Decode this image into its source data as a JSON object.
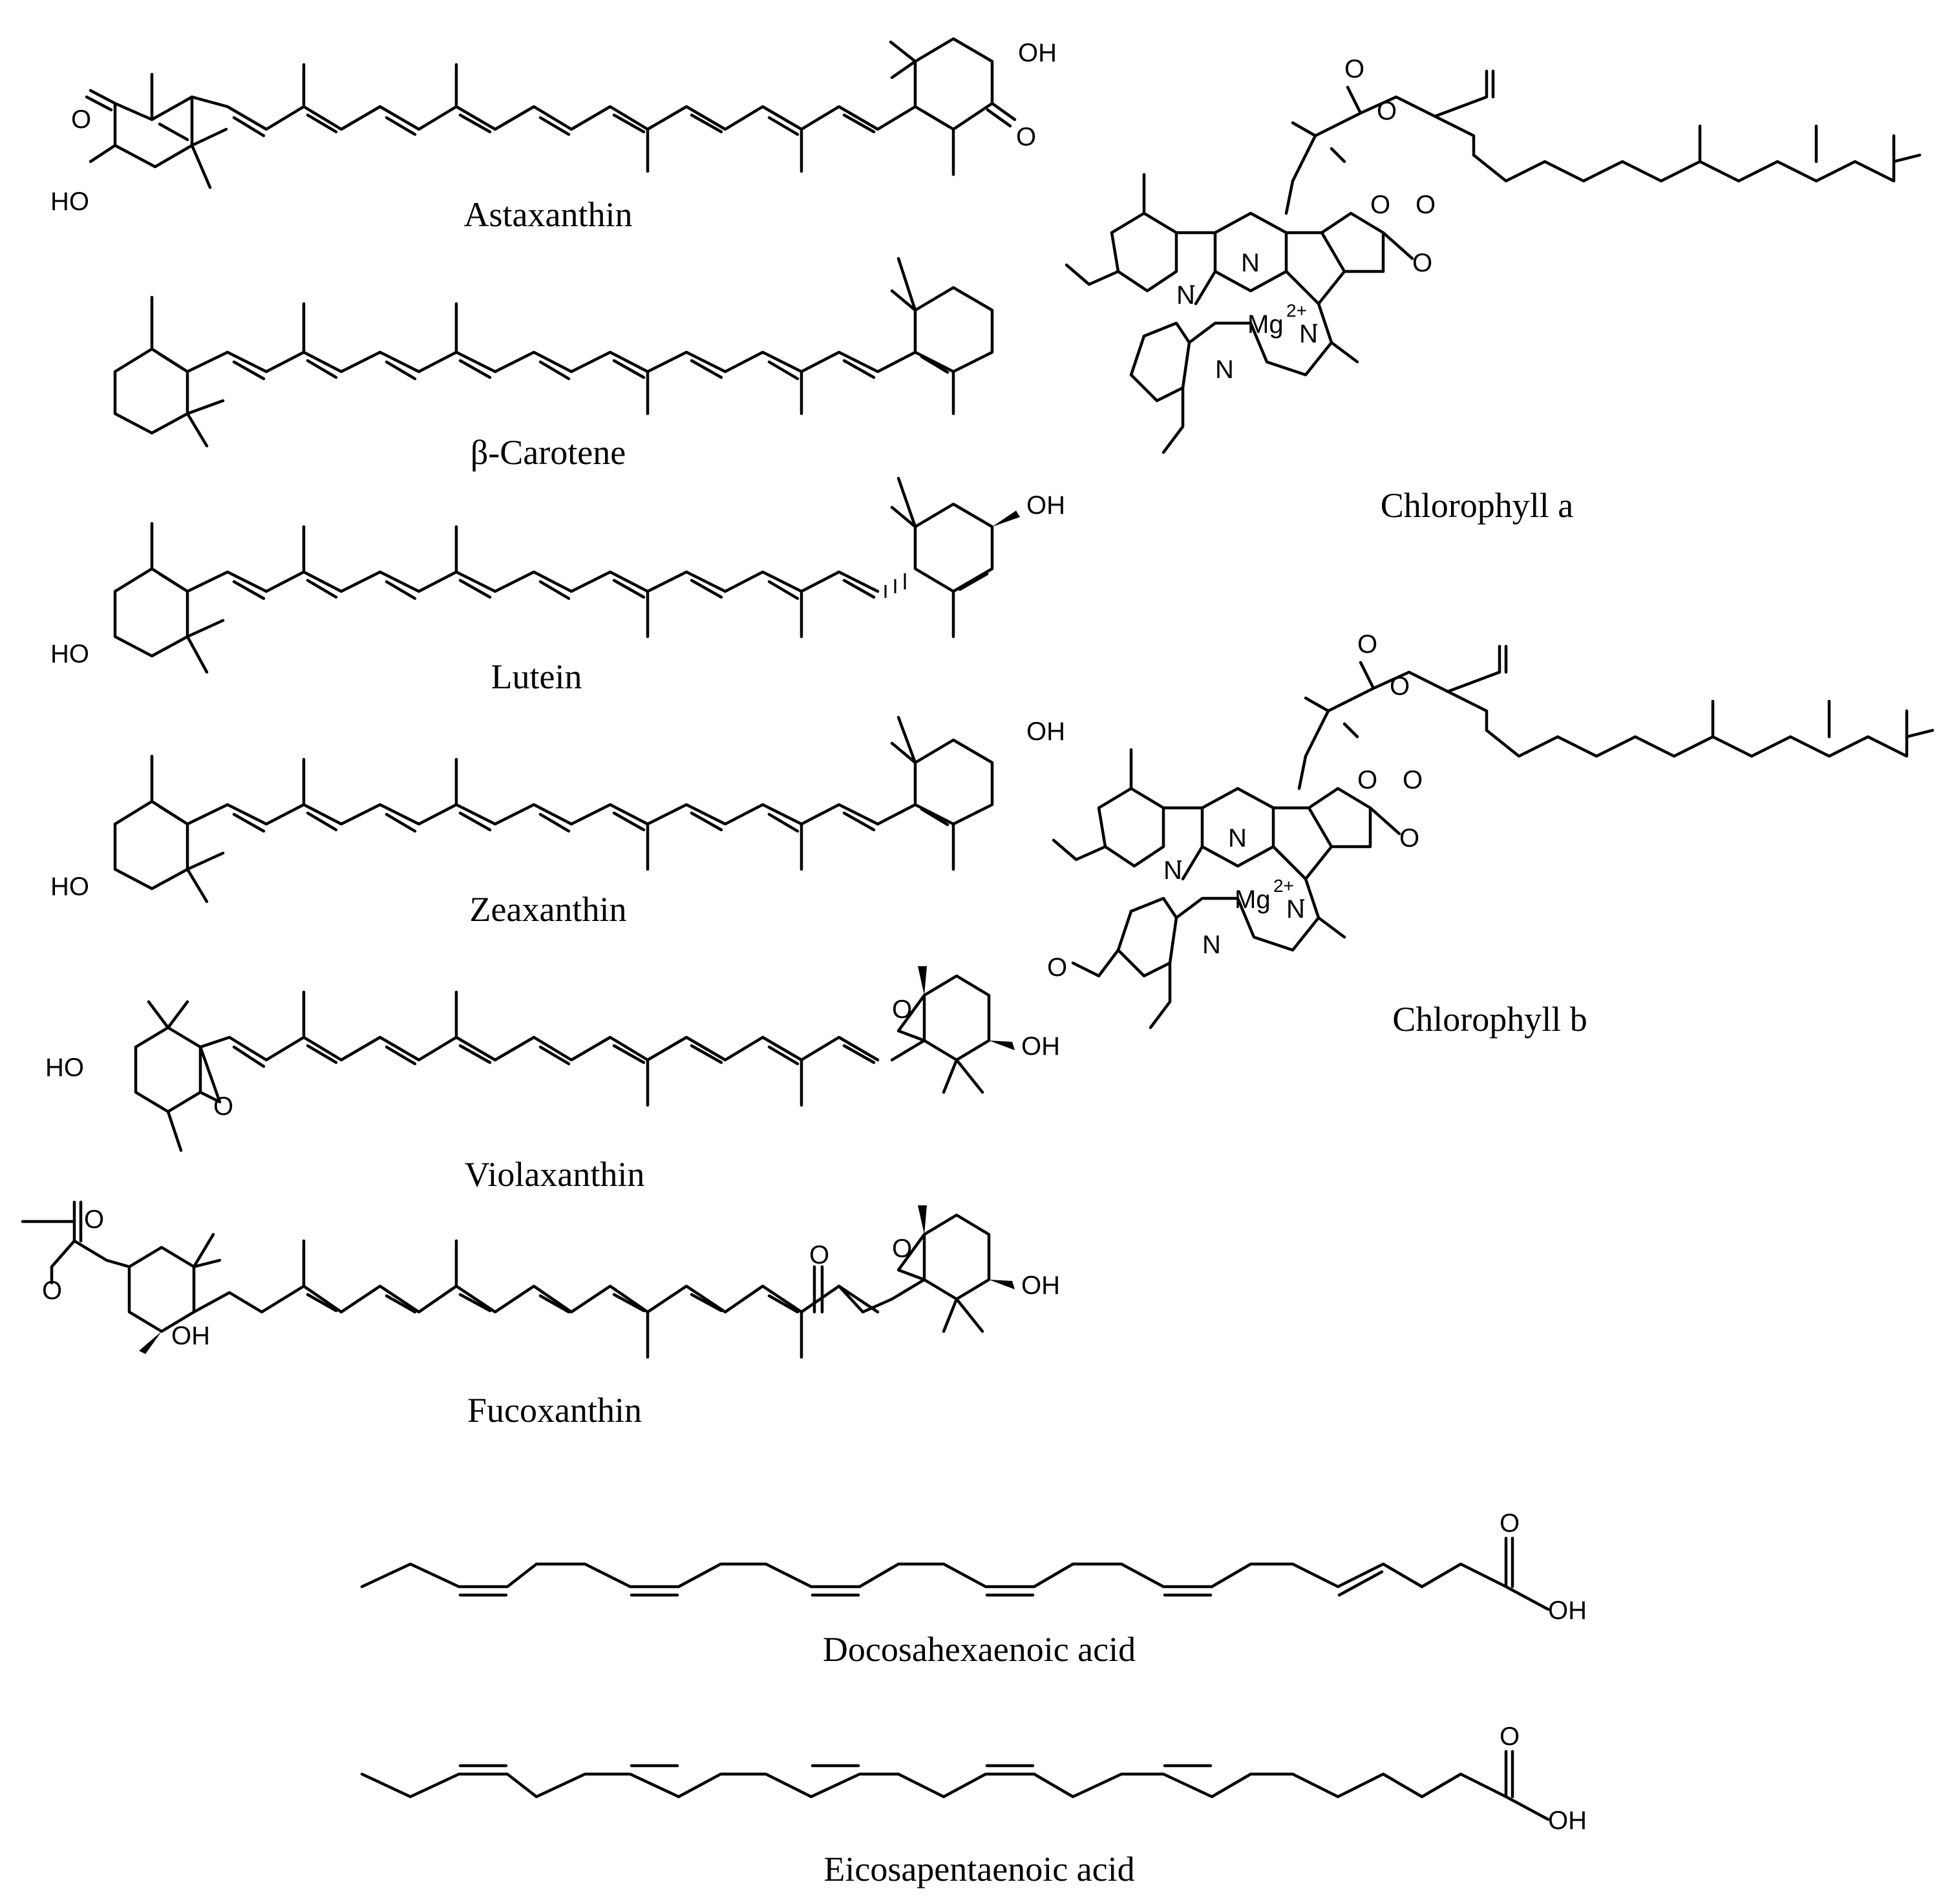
{
  "molecules": [
    {
      "name": "Astaxanthin",
      "atoms": [
        "O",
        "HO",
        "OH",
        "O"
      ]
    },
    {
      "name": "β-Carotene",
      "atoms": []
    },
    {
      "name": "Lutein",
      "atoms": [
        "HO",
        "OH"
      ]
    },
    {
      "name": "Zeaxanthin",
      "atoms": [
        "HO",
        "OH"
      ]
    },
    {
      "name": "Violaxanthin",
      "atoms": [
        "HO",
        "O",
        "O",
        "OH"
      ]
    },
    {
      "name": "Fucoxanthin",
      "atoms": [
        "O",
        "O",
        "OH",
        "O",
        "O",
        "OH"
      ]
    },
    {
      "name": "Chlorophyll a",
      "atoms": [
        "O",
        "O",
        "O",
        "O",
        "O",
        "N",
        "N",
        "N",
        "N",
        "Mg",
        "2+",
        "-",
        "-"
      ]
    },
    {
      "name": "Chlorophyll b",
      "atoms": [
        "O",
        "O",
        "O",
        "O",
        "O",
        "O",
        "N",
        "N",
        "N",
        "N",
        "Mg",
        "2+",
        "-",
        "-"
      ]
    },
    {
      "name": "Docosahexaenoic acid",
      "atoms": [
        "O",
        "OH"
      ]
    },
    {
      "name": "Eicosapentaenoic acid",
      "atoms": [
        "O",
        "OH"
      ]
    }
  ]
}
